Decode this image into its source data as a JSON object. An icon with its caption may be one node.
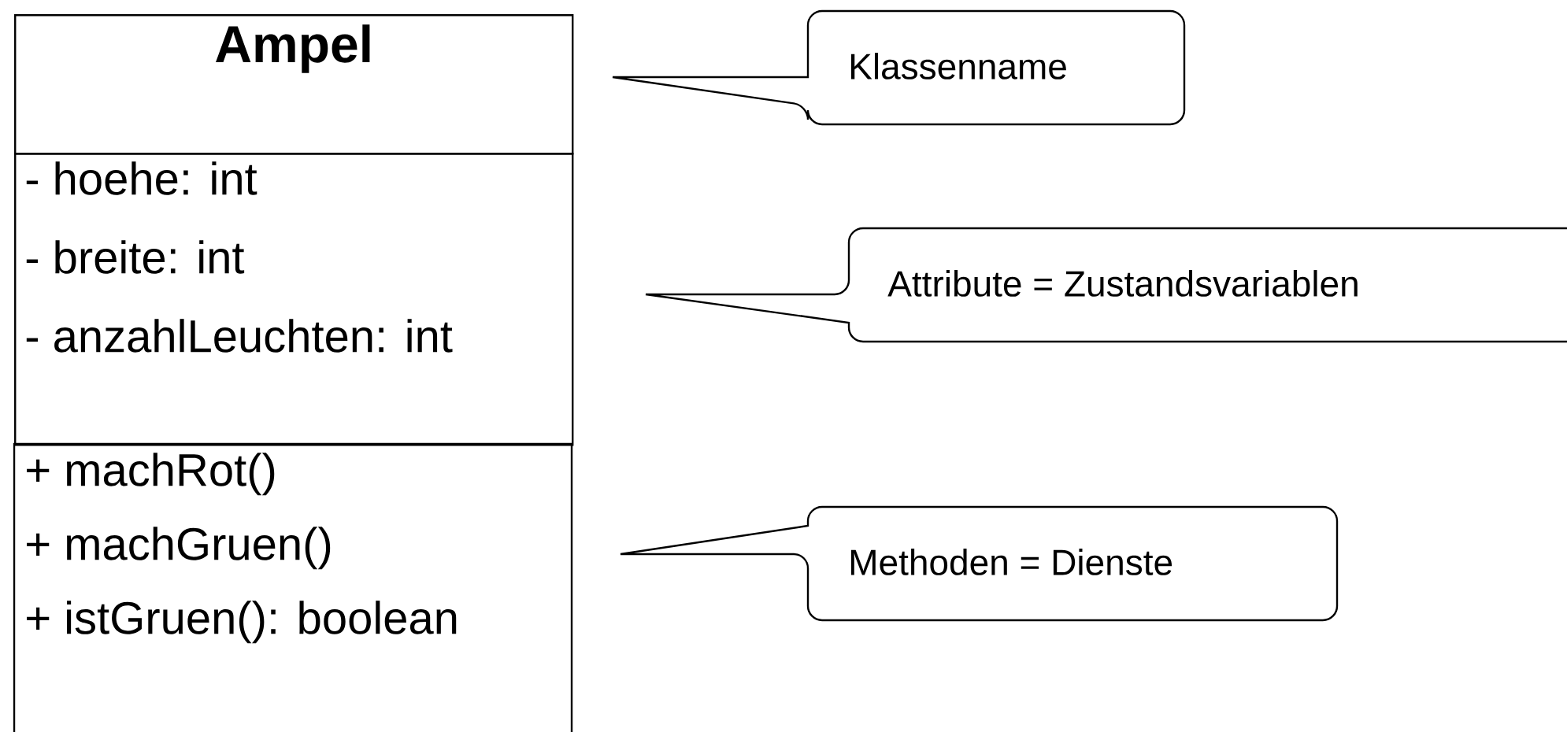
{
  "diagram": {
    "nodes": [
      {
        "text": [
          "Ampel"
        ]
      },
      {
        "text": [
          "- hoehe: int",
          "- breite: int",
          "- anzahlLeuchten: int"
        ]
      },
      {
        "text": [
          "+ machRot()",
          "+ machGruen()",
          "+ istGruen(): boolean"
        ]
      },
      {
        "text": [
          "Klassenname"
        ]
      },
      {
        "text": [
          "Attribute = Zustandsvariablen"
        ]
      },
      {
        "text": [
          "Methoden = Dienste"
        ]
      }
    ]
  }
}
